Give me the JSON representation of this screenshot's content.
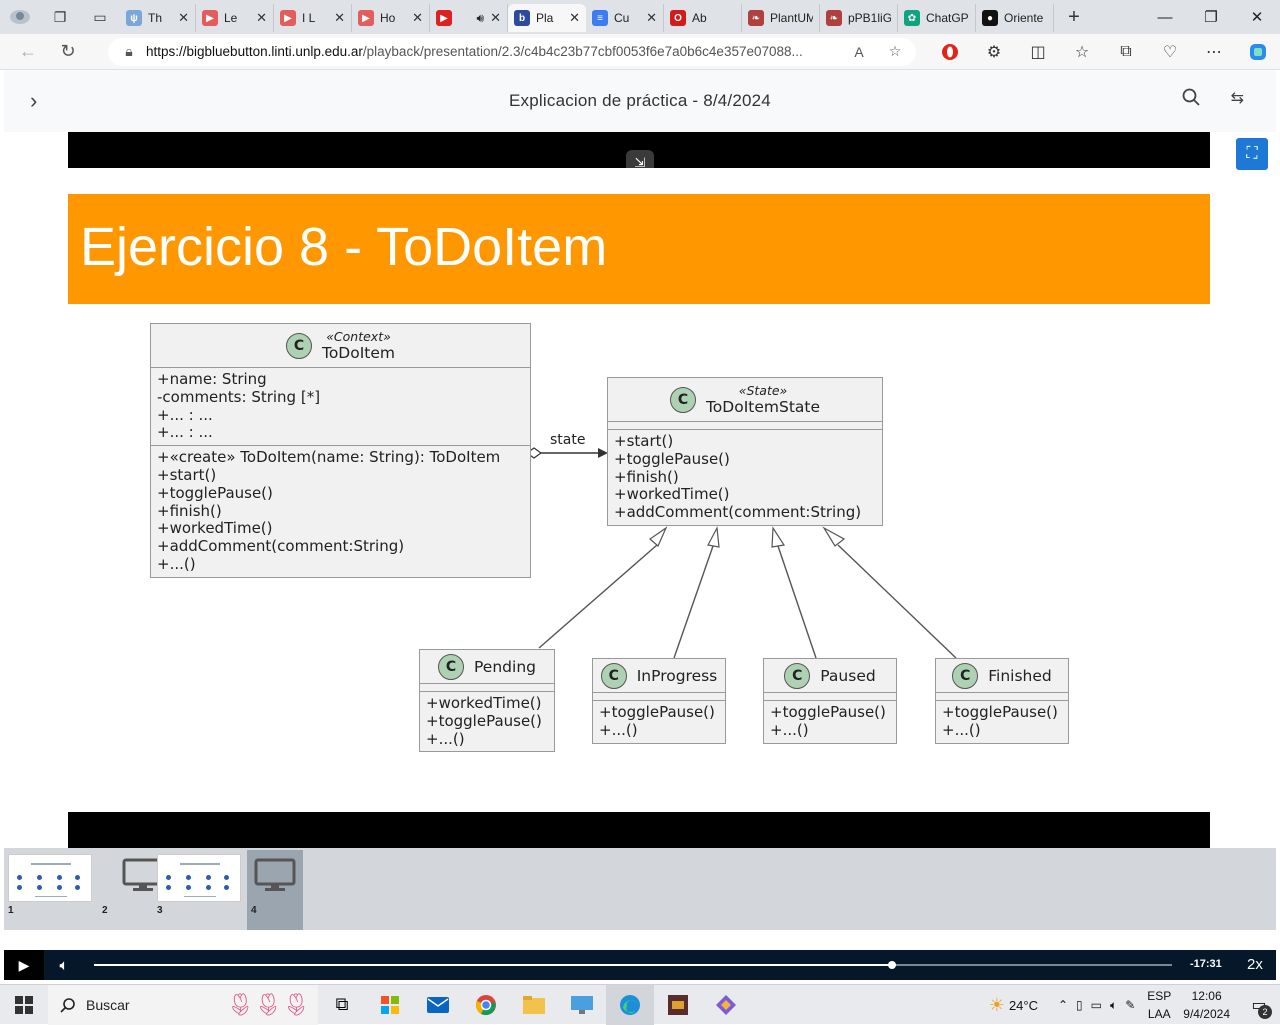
{
  "browser": {
    "tabs": [
      {
        "label": "Th",
        "color": "#7aa7d8",
        "glyph": "ψ"
      },
      {
        "label": "Le",
        "color": "#e35d5d",
        "glyph": "▶"
      },
      {
        "label": "I L",
        "color": "#e35d5d",
        "glyph": "▶"
      },
      {
        "label": "Ho",
        "color": "#e35d5d",
        "glyph": "▶"
      },
      {
        "label": "",
        "color": "#e02020",
        "glyph": "▶"
      },
      {
        "label": "Pla",
        "color": "#2b4aa0",
        "glyph": "b"
      },
      {
        "label": "Cu",
        "color": "#3b7cf0",
        "glyph": "≡"
      },
      {
        "label": "Ab",
        "color": "#d21b1b",
        "glyph": "O"
      },
      {
        "label": "PlantUM",
        "color": "#b04040",
        "glyph": "❧"
      },
      {
        "label": "pPB1liG",
        "color": "#b04040",
        "glyph": "❧"
      },
      {
        "label": "ChatGPT",
        "color": "#10a37f",
        "glyph": "✿"
      },
      {
        "label": "Oriente",
        "color": "#111111",
        "glyph": "●"
      }
    ],
    "url_host": "https://bigbluebutton.linti.unlp.edu.ar",
    "url_path": "/playback/presentation/2.3/c4b4c23b77cbf0053f6e7a0b6c4e357e07088..."
  },
  "header": {
    "title": "Explicacion de práctica - 8/4/2024"
  },
  "slide": {
    "title": "Ejercicio 8 - ToDoItem",
    "association_label": "state",
    "context": {
      "stereotype": "«Context»",
      "name": "ToDoItem",
      "attrs": [
        "+name: String",
        "-comments: String [*]",
        "+... : ...",
        "+... : ..."
      ],
      "ops": [
        "+«create» ToDoItem(name: String): ToDoItem",
        "+start()",
        "+togglePause()",
        "+finish()",
        "+workedTime()",
        "+addComment(comment:String)",
        "+...()"
      ]
    },
    "state": {
      "stereotype": "«State»",
      "name": "ToDoItemState",
      "ops": [
        "+start()",
        "+togglePause()",
        "+finish()",
        "+workedTime()",
        "+addComment(comment:String)"
      ]
    },
    "pending": {
      "name": "Pending",
      "ops": [
        "+workedTime()",
        "+togglePause()",
        "+...()"
      ]
    },
    "inprogress": {
      "name": "InProgress",
      "ops": [
        "+togglePause()",
        "+...()"
      ]
    },
    "paused": {
      "name": "Paused",
      "ops": [
        "+togglePause()",
        "+...()"
      ]
    },
    "finished": {
      "name": "Finished",
      "ops": [
        "+togglePause()",
        "+...()"
      ]
    }
  },
  "thumbnails": [
    {
      "num": "1",
      "kind": "slide"
    },
    {
      "num": "2",
      "kind": "screen"
    },
    {
      "num": "3",
      "kind": "slide"
    },
    {
      "num": "4",
      "kind": "screen"
    }
  ],
  "player": {
    "time_remaining": "-17:31",
    "speed": "2x",
    "progress": 0.74
  },
  "taskbar": {
    "search_placeholder": "Buscar",
    "weather": "24°C",
    "lang": "ESP",
    "layout": "LAA",
    "time": "12:06",
    "date": "9/4/2024",
    "notifications": "2"
  }
}
